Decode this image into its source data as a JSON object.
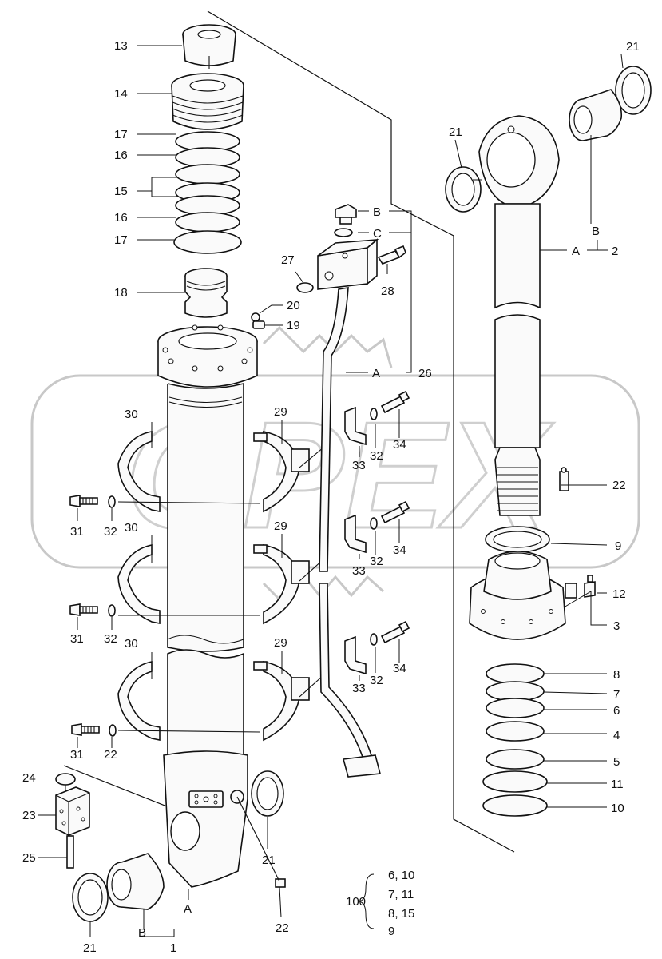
{
  "watermark": "OPEX",
  "labels": {
    "l13": "13",
    "l14": "14",
    "l17a": "17",
    "l16a": "16",
    "l15": "15",
    "l16b": "16",
    "l17b": "17",
    "l18": "18",
    "l20": "20",
    "l19": "19",
    "l27": "27",
    "l28": "28",
    "lB_top": "B",
    "lC_top": "C",
    "lA_26": "A",
    "l26": "26",
    "l21_tr": "21",
    "l21_tl": "21",
    "lB_rod": "B",
    "lA_rod": "A",
    "l2": "2",
    "l30a": "30",
    "l29a": "29",
    "l31a": "31",
    "l32a": "32",
    "l33a": "33",
    "l32b": "32",
    "l34a": "34",
    "l30b": "30",
    "l29b": "29",
    "l31b": "31",
    "l32c": "32",
    "l33b": "33",
    "l32d": "32",
    "l34b": "34",
    "l30c": "30",
    "l29c": "29",
    "l31c": "31",
    "l22_mid": "22",
    "l33c": "33",
    "l32e": "32",
    "l34c": "34",
    "l22_r": "22",
    "l9": "9",
    "l12": "12",
    "l3": "3",
    "l8": "8",
    "l7": "7",
    "l6": "6",
    "l4": "4",
    "l5": "5",
    "l11": "11",
    "l10": "10",
    "l24": "24",
    "l23": "23",
    "l25": "25",
    "l21_bl": "21",
    "lB_bot": "B",
    "lA_bot": "A",
    "l1": "1",
    "l21_b": "21",
    "l22_b": "22"
  },
  "kit": {
    "number": "100",
    "rows": [
      "6,  10",
      "7,  11",
      "8,  15",
      "9"
    ]
  }
}
